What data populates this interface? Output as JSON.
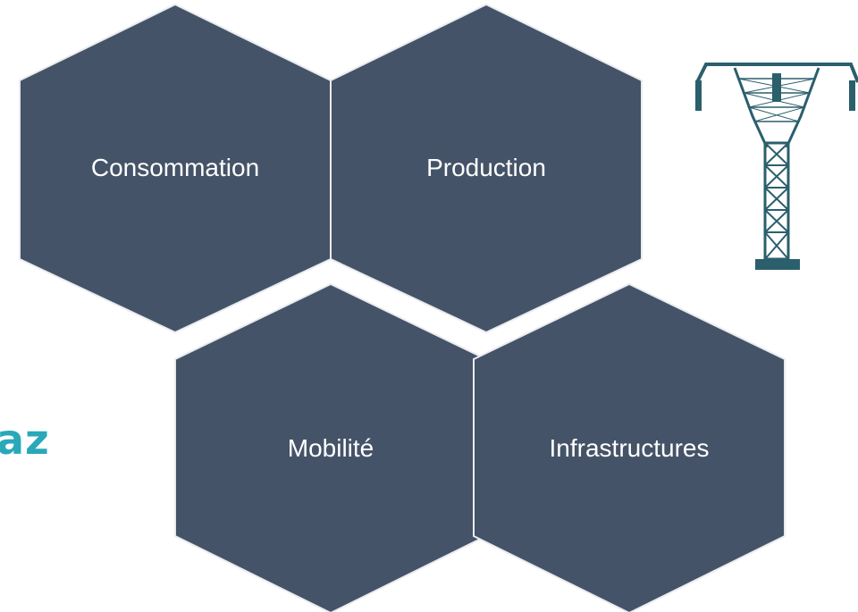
{
  "colors": {
    "hex_fill": "#455368",
    "hex_stroke": "#e9ecef",
    "hex_text": "#ffffff",
    "pylon": "#2b5f6c",
    "accent_text": "#2aa8b8"
  },
  "partial_text": "az",
  "hexagons": [
    {
      "label": "Consommation"
    },
    {
      "label": "Production"
    },
    {
      "label": "Mobilité"
    },
    {
      "label": "Infrastructures"
    }
  ],
  "icon": "power-pylon-icon"
}
